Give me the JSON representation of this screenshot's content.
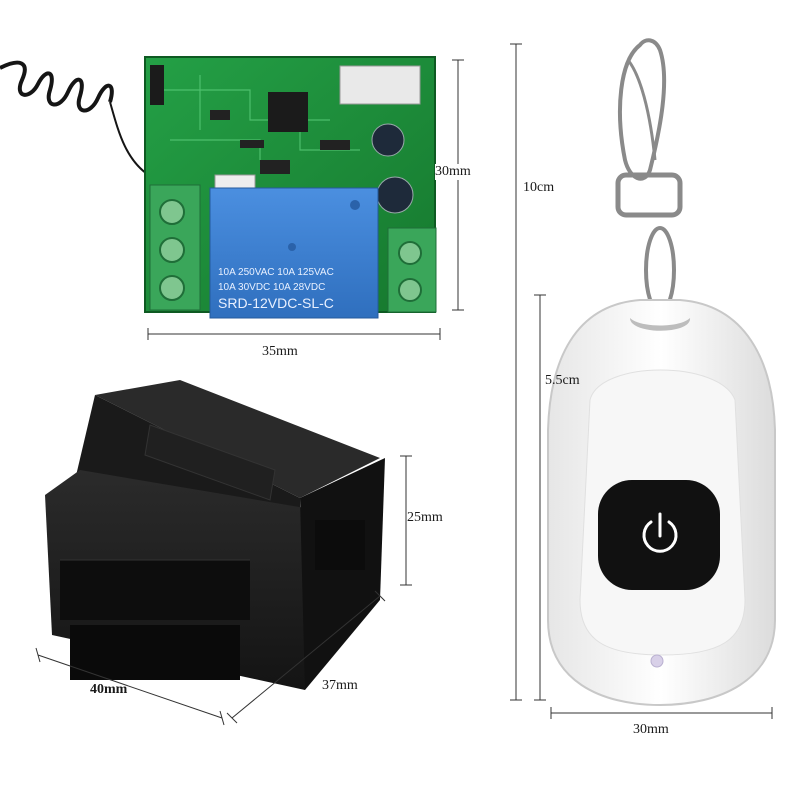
{
  "dimensions": {
    "board_height": "30mm",
    "board_width": "35mm",
    "enclosure_height": "25mm",
    "enclosure_width": "40mm",
    "enclosure_depth": "37mm",
    "remote_total_length": "10cm",
    "remote_body_length": "5.5cm",
    "remote_width": "30mm"
  },
  "relay": {
    "line1": "10A 250VAC  10A 125VAC",
    "line2": "10A  30VDC  10A  28VDC",
    "model": "SRD-12VDC-SL-C"
  },
  "colors": {
    "pcb": "#1f8f3a",
    "terminal_block": "#3aa65a",
    "relay": "#3a7fd0",
    "enclosure": "#1e1e1e",
    "remote_body": "#f4f4f4",
    "remote_button": "#111111"
  },
  "icons": [
    "power-icon",
    "spring-antenna-icon",
    "key-ring-icon"
  ]
}
